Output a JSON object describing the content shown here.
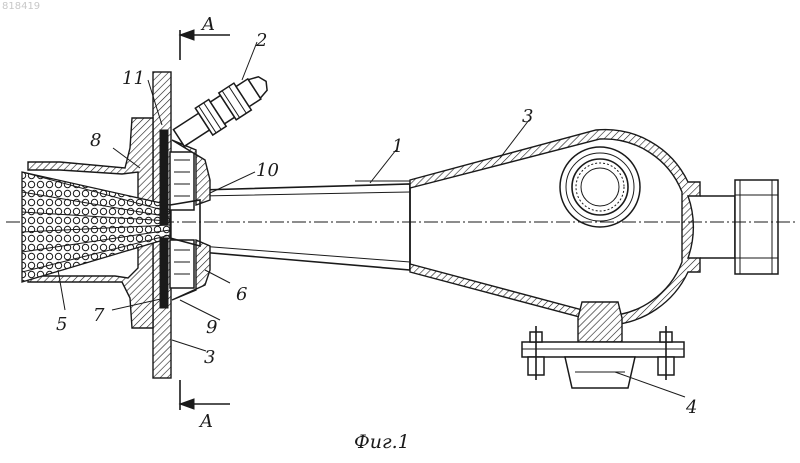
{
  "corner_id": "818419",
  "caption": "Фиг.1",
  "section_letter_top": "A",
  "section_letter_bottom": "A",
  "callouts": [
    {
      "id": "c1",
      "text": "1"
    },
    {
      "id": "c2",
      "text": "2"
    },
    {
      "id": "c3a",
      "text": "3"
    },
    {
      "id": "c3b",
      "text": "3"
    },
    {
      "id": "c4",
      "text": "4"
    },
    {
      "id": "c5",
      "text": "5"
    },
    {
      "id": "c6",
      "text": "6"
    },
    {
      "id": "c7",
      "text": "7"
    },
    {
      "id": "c8",
      "text": "8"
    },
    {
      "id": "c9",
      "text": "9"
    },
    {
      "id": "c10",
      "text": "10"
    },
    {
      "id": "c11",
      "text": "11"
    }
  ]
}
